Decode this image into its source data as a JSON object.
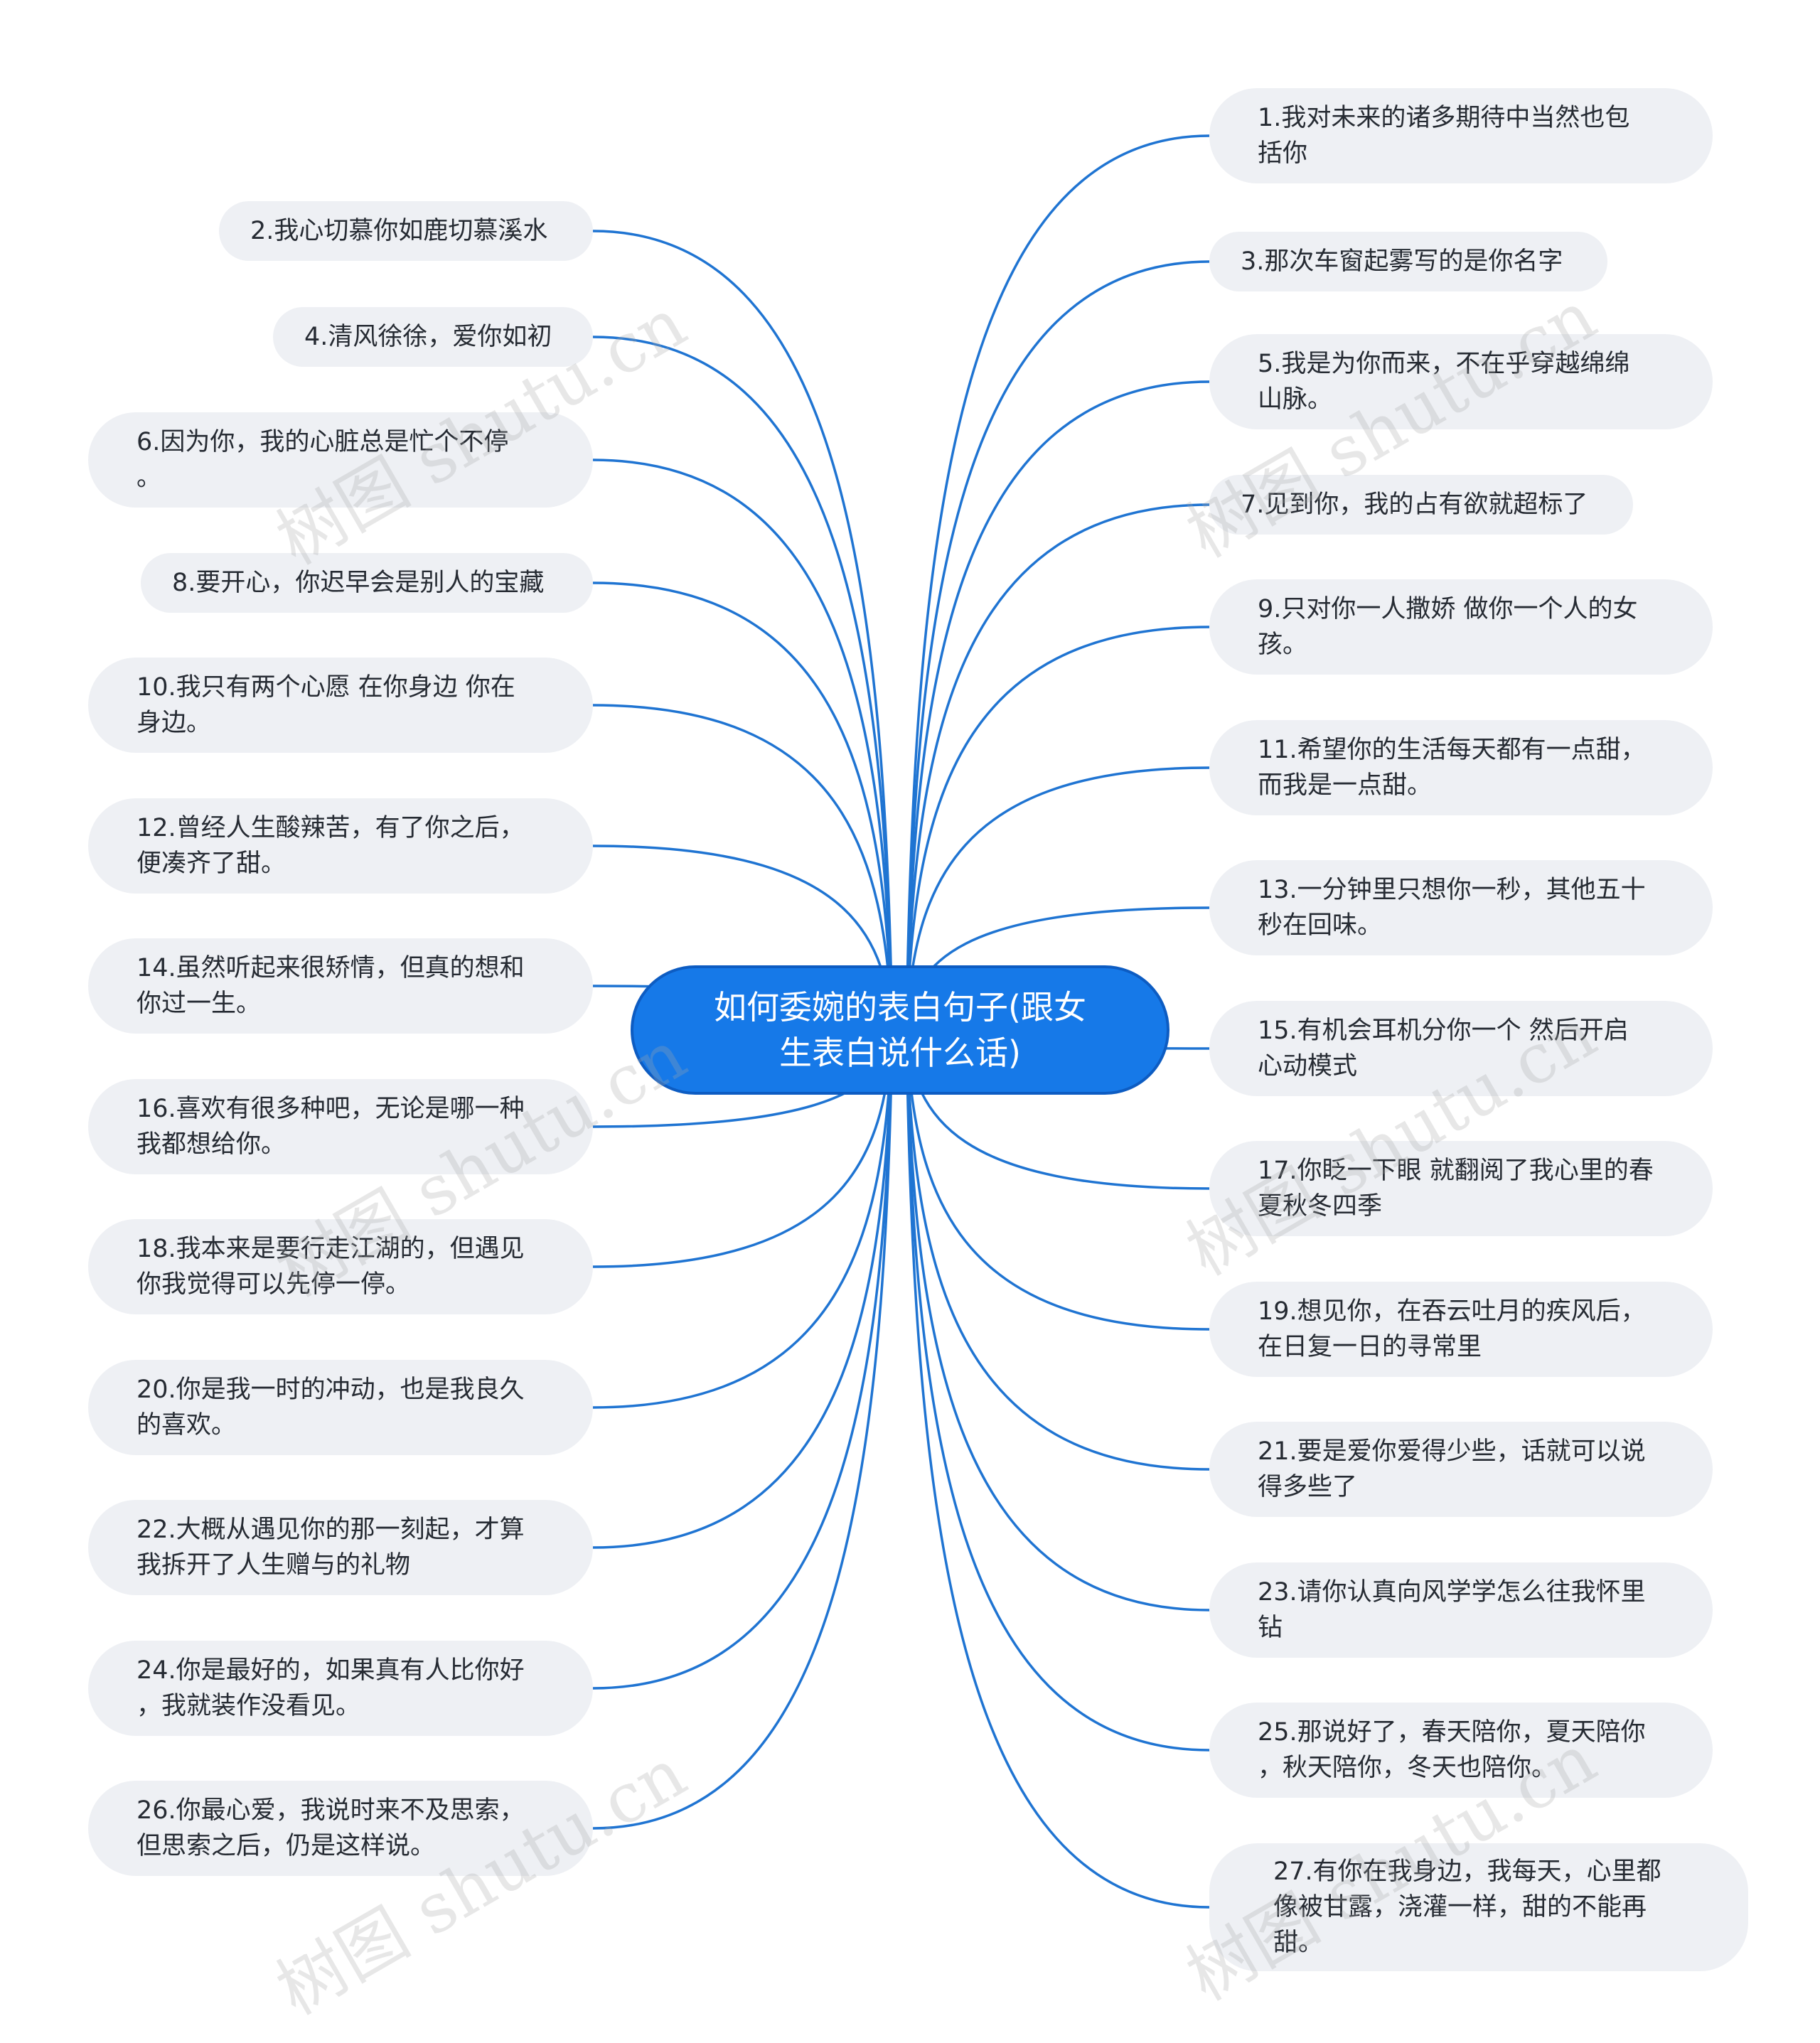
{
  "root": {
    "label": "如何委婉的表白句子(跟女\n生表白说什么话)"
  },
  "line_color": "#1f74d2",
  "root_color": "#1679e8",
  "node_color": "#eef0f4",
  "right_nodes": [
    "1.我对未来的诸多期待中当然也包\n括你",
    "3.那次车窗起雾写的是你名字",
    "5.我是为你而来，不在乎穿越绵绵\n山脉。",
    "7.见到你，我的占有欲就超标了",
    "9.只对你一人撒娇 做你一个人的女\n孩。",
    "11.希望你的生活每天都有一点甜，\n而我是一点甜。",
    "13.一分钟里只想你一秒，其他五十\n秒在回味。",
    "15.有机会耳机分你一个 然后开启\n心动模式",
    "17.你眨一下眼 就翻阅了我心里的春\n夏秋冬四季",
    "19.想见你，在吞云吐月的疾风后，\n在日复一日的寻常里",
    "21.要是爱你爱得少些，话就可以说\n得多些了",
    "23.请你认真向风学学怎么往我怀里\n钻",
    "25.那说好了，春天陪你，夏天陪你\n，秋天陪你，冬天也陪你。",
    "27.有你在我身边，我每天，心里都\n像被甘露，浇灌一样，甜的不能再\n甜。"
  ],
  "left_nodes": [
    "2.我心切慕你如鹿切慕溪水",
    "4.清风徐徐，爱你如初",
    "6.因为你，我的心脏总是忙个不停\n。",
    "8.要开心，你迟早会是别人的宝藏",
    "10.我只有两个心愿 在你身边 你在\n身边。",
    "12.曾经人生酸辣苦，有了你之后，\n便凑齐了甜。",
    "14.虽然听起来很矫情，但真的想和\n你过一生。",
    "16.喜欢有很多种吧，无论是哪一种\n我都想给你。",
    "18.我本来是要行走江湖的，但遇见\n你我觉得可以先停一停。",
    "20.你是我一时的冲动，也是我良久\n的喜欢。",
    "22.大概从遇见你的那一刻起，才算\n我拆开了人生赠与的礼物",
    "24.你是最好的，如果真有人比你好\n，我就装作没看见。",
    "26.你最心爱，我说时来不及思索，\n但思索之后，仍是这样说。"
  ],
  "watermark": "树图 shutu.cn"
}
